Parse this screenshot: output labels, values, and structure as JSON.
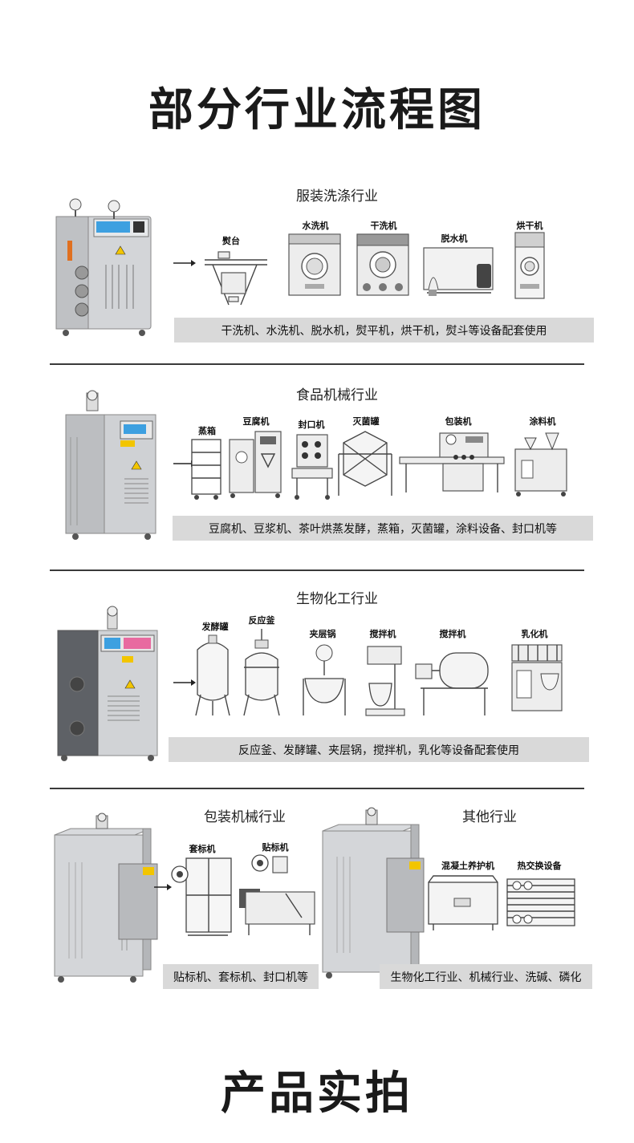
{
  "page": {
    "heading": "部分行业流程图",
    "footer_heading": "产品实拍"
  },
  "sections": [
    {
      "title": "服装洗涤行业",
      "machines": [
        "熨台",
        "水洗机",
        "干洗机",
        "脱水机",
        "烘干机"
      ],
      "caption": "干洗机、水洗机、脱水机，熨平机，烘干机，熨斗等设备配套使用"
    },
    {
      "title": "食品机械行业",
      "machines": [
        "蒸箱",
        "豆腐机",
        "封口机",
        "灭菌罐",
        "包装机",
        "涂料机"
      ],
      "caption": "豆腐机、豆浆机、茶叶烘蒸发酵，蒸箱，灭菌罐，涂料设备、封口机等"
    },
    {
      "title": "生物化工行业",
      "machines": [
        "发酵罐",
        "反应釜",
        "夹层锅",
        "搅拌机",
        "搅拌机",
        "乳化机"
      ],
      "caption": "反应釜、发酵罐、夹层锅，搅拌机，乳化等设备配套使用"
    },
    {
      "title": "包装机械行业",
      "machines": [
        "套标机",
        "贴标机"
      ],
      "caption": "贴标机、套标机、封口机等"
    },
    {
      "title": "其他行业",
      "machines": [
        "混凝土养护机",
        "热交换设备"
      ],
      "caption": "生物化工行业、机械行业、洗碱、磷化"
    }
  ],
  "colors": {
    "caption_bg": "#d9d9d9",
    "divider": "#3a3a3a",
    "boiler_steel": "#c9cbce",
    "panel_yellow": "#f2c500"
  }
}
